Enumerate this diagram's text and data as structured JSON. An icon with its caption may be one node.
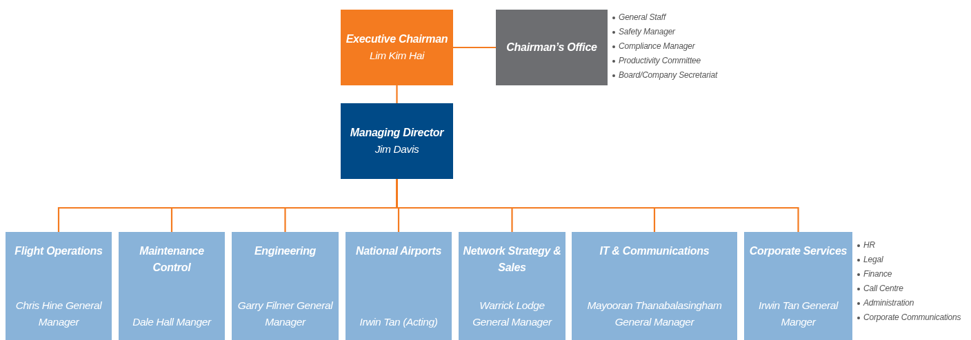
{
  "diagram": {
    "nodes": [
      {
        "text": [
          "Executive Chairman",
          "Lim Kim Hai"
        ]
      },
      {
        "text": [
          "Chairman’s Office"
        ],
        "beside": [
          "General Staff",
          "Safety Manager",
          "Compliance Manager",
          "Productivity Committee",
          "Board/Company Secretariat"
        ]
      },
      {
        "text": [
          "Managing Director",
          "Jim Davis"
        ]
      },
      {
        "text": [
          "Flight Operations",
          "Chris Hine General Manager"
        ]
      },
      {
        "text": [
          "Maintenance Control",
          "Dale Hall Manger"
        ]
      },
      {
        "text": [
          "Engineering",
          "Garry Filmer General Manager"
        ]
      },
      {
        "text": [
          "National Airports",
          "Irwin Tan (Acting)"
        ]
      },
      {
        "text": [
          "Network Strategy & Sales",
          "Warrick Lodge General Manager"
        ]
      },
      {
        "text": [
          "IT & Communications",
          "Mayooran Thanabalasingham General Manager"
        ]
      },
      {
        "text": [
          "Corporate Services",
          "Irwin Tan General Manger"
        ],
        "beside": [
          "HR",
          "Legal",
          "Finance",
          "Call Centre",
          "Administration",
          "Corporate Communications"
        ]
      }
    ],
    "edges": [
      {
        "from": 0,
        "to": 1,
        "arrow": "none"
      },
      {
        "from": 0,
        "to": 2,
        "arrow": "none"
      },
      {
        "from": 2,
        "to": 3,
        "arrow": "none"
      },
      {
        "from": 2,
        "to": 4,
        "arrow": "none"
      },
      {
        "from": 2,
        "to": 5,
        "arrow": "none"
      },
      {
        "from": 2,
        "to": 6,
        "arrow": "none"
      },
      {
        "from": 2,
        "to": 7,
        "arrow": "none"
      },
      {
        "from": 2,
        "to": 8,
        "arrow": "none"
      },
      {
        "from": 2,
        "to": 9,
        "arrow": "none"
      }
    ]
  }
}
